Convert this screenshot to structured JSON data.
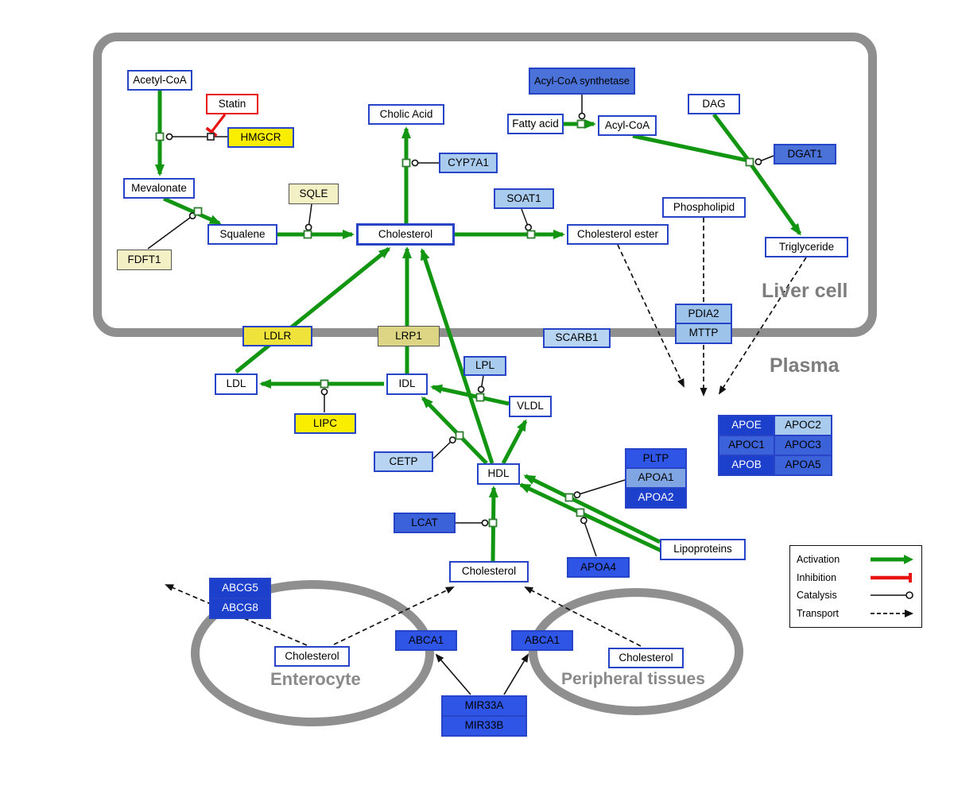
{
  "compartments": {
    "liver": "Liver cell",
    "plasma": "Plasma",
    "enterocyte": "Enterocyte",
    "peripheral": "Peripheral tissues"
  },
  "nodes": {
    "acetyl_coa": {
      "label": "Acetyl-CoA"
    },
    "statin": {
      "label": "Statin"
    },
    "hmgcr": {
      "label": "HMGCR"
    },
    "mevalonate": {
      "label": "Mevalonate"
    },
    "fdft1": {
      "label": "FDFT1"
    },
    "squalene": {
      "label": "Squalene"
    },
    "sqle": {
      "label": "SQLE"
    },
    "cholesterol_liver": {
      "label": "Cholesterol"
    },
    "cholic_acid": {
      "label": "Cholic Acid"
    },
    "cyp7a1": {
      "label": "CYP7A1"
    },
    "soat1": {
      "label": "SOAT1"
    },
    "cholesterol_ester": {
      "label": "Cholesterol ester"
    },
    "acyl_coa_synthetase": {
      "label": "Acyl-CoA synthetase"
    },
    "fatty_acid": {
      "label": "Fatty acid"
    },
    "acyl_coa": {
      "label": "Acyl-CoA"
    },
    "dag": {
      "label": "DAG"
    },
    "dgat1": {
      "label": "DGAT1"
    },
    "phospholipid": {
      "label": "Phospholipid"
    },
    "triglyceride": {
      "label": "Triglyceride"
    },
    "pdia2": {
      "label": "PDIA2"
    },
    "mttp": {
      "label": "MTTP"
    },
    "ldlr": {
      "label": "LDLR"
    },
    "lrp1": {
      "label": "LRP1"
    },
    "scarb1": {
      "label": "SCARB1"
    },
    "ldl": {
      "label": "LDL"
    },
    "idl": {
      "label": "IDL"
    },
    "lpl": {
      "label": "LPL"
    },
    "vldl": {
      "label": "VLDL"
    },
    "lipc": {
      "label": "LIPC"
    },
    "cetp": {
      "label": "CETP"
    },
    "hdl": {
      "label": "HDL"
    },
    "pltp": {
      "label": "PLTP"
    },
    "apoa1": {
      "label": "APOA1"
    },
    "apoa2": {
      "label": "APOA2"
    },
    "apoe": {
      "label": "APOE"
    },
    "apoc2": {
      "label": "APOC2"
    },
    "apoc1": {
      "label": "APOC1"
    },
    "apoc3": {
      "label": "APOC3"
    },
    "apob": {
      "label": "APOB"
    },
    "apoa5": {
      "label": "APOA5"
    },
    "lcat": {
      "label": "LCAT"
    },
    "apoa4": {
      "label": "APOA4"
    },
    "lipoproteins": {
      "label": "Lipoproteins"
    },
    "cholesterol_plasma": {
      "label": "Cholesterol"
    },
    "abcg5": {
      "label": "ABCG5"
    },
    "abcg8": {
      "label": "ABCG8"
    },
    "cholesterol_enterocyte": {
      "label": "Cholesterol"
    },
    "abca1_enterocyte": {
      "label": "ABCA1"
    },
    "abca1_peripheral": {
      "label": "ABCA1"
    },
    "cholesterol_peripheral": {
      "label": "Cholesterol"
    },
    "mir33a": {
      "label": "MIR33A"
    },
    "mir33b": {
      "label": "MIR33B"
    }
  },
  "legend": {
    "activation": "Activation",
    "inhibition": "Inhibition",
    "catalysis": "Catalysis",
    "transport": "Transport"
  },
  "colors": {
    "activation_green": "#129612",
    "inhibition_red": "#e81313",
    "transport_black": "#111111",
    "membrane_gray": "#8f8f8f",
    "node_border_blue": "#2743c8",
    "enzyme_yellow": "#f9ee00",
    "pale_yellow": "#f4f0c6",
    "light_blue": "#a9cbee",
    "medium_blue": "#4a72d8",
    "dark_blue": "#1d40cc"
  }
}
